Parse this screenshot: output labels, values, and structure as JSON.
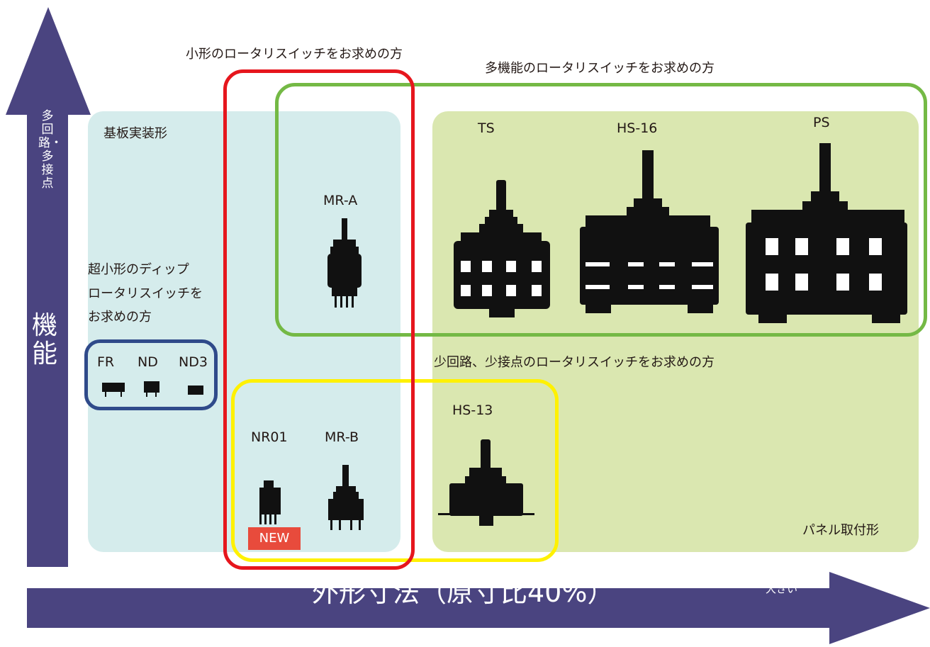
{
  "axes": {
    "y_main": "機能",
    "y_sub": "多回路・多接点",
    "x_main": "外形寸法（原寸比40%）",
    "x_end": "大きい"
  },
  "groups": {
    "small": "小形のロータリスイッチをお求めの方",
    "multi": "多機能のロータリスイッチをお求めの方",
    "few": "少回路、少接点のロータリスイッチをお求めの方",
    "dip": [
      "超小形のディップ",
      "ロータリスイッチを",
      "お求めの方"
    ]
  },
  "zones": {
    "pcb": "基板実装形",
    "panel": "パネル取付形"
  },
  "models": {
    "fr": "FR",
    "nd": "ND",
    "nd3": "ND3",
    "mra": "MR-A",
    "nr01": "NR01",
    "mrb": "MR-B",
    "ts": "TS",
    "hs16": "HS-16",
    "ps": "PS",
    "hs13": "HS-13"
  },
  "badge": "NEW",
  "colors": {
    "axis": "#4a4480",
    "pcb_zone": "#d5ecec",
    "panel_zone": "#dae7b0",
    "red_frame": "#e6161d",
    "green_frame": "#74b945",
    "yellow_frame": "#fff100",
    "blue_frame": "#2f4a8a",
    "new_badge": "#e84b3c"
  }
}
